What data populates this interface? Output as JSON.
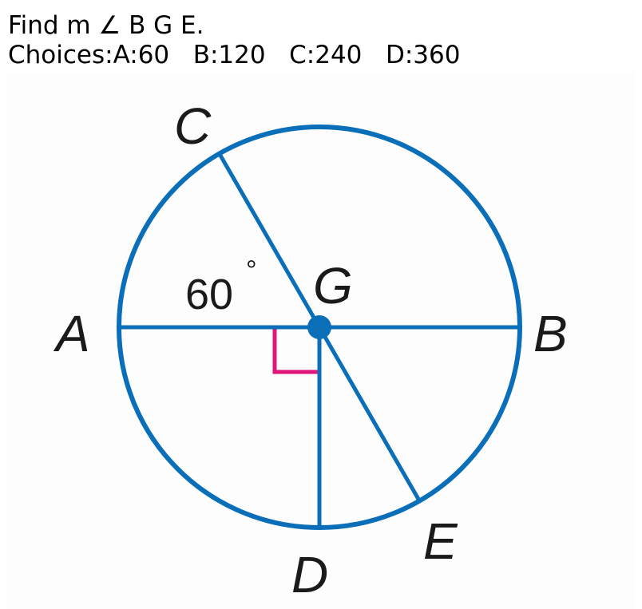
{
  "question": {
    "line1": "Find m ∠ B G E.",
    "line2": "Choices:A:60   B:120   C:240   D:360"
  },
  "diagram": {
    "points": {
      "A": "A",
      "B": "B",
      "C": "C",
      "D": "D",
      "E": "E",
      "G": "G"
    },
    "angle_label": "60",
    "degree_symbol": "°",
    "colors": {
      "circle": "#0a6eb8",
      "right_angle_mark": "#e0157a",
      "label": "#1a1a1a"
    }
  }
}
